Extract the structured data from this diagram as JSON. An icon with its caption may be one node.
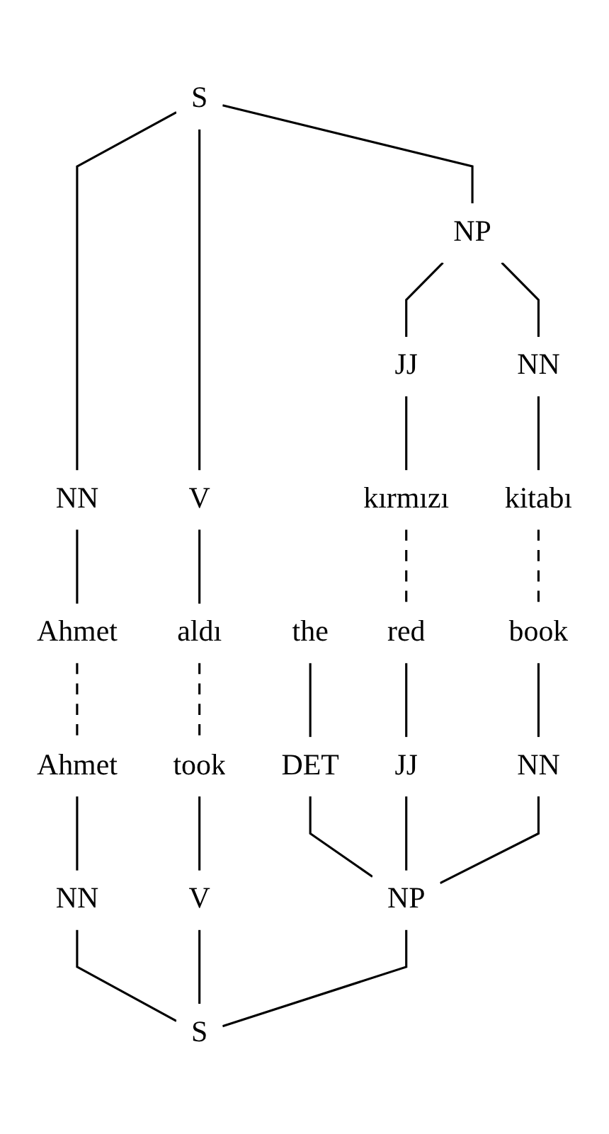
{
  "diagram": {
    "nodes": [
      {
        "text": [
          "S"
        ]
      },
      {
        "text": [
          "NN"
        ]
      },
      {
        "text": [
          "NP"
        ]
      },
      {
        "text": [
          "V"
        ]
      },
      {
        "text": [
          "JJ"
        ]
      },
      {
        "text": [
          "NN"
        ]
      },
      {
        "text": [
          "Ahmet"
        ]
      },
      {
        "text": [
          "kırmızı"
        ]
      },
      {
        "text": [
          "kitabı"
        ]
      },
      {
        "text": [
          "aldı"
        ]
      },
      {
        "text": [
          "Ahmet"
        ]
      },
      {
        "text": [
          "took"
        ]
      },
      {
        "text": [
          "the"
        ]
      },
      {
        "text": [
          "red"
        ]
      },
      {
        "text": [
          "book"
        ]
      },
      {
        "text": [
          "DET"
        ]
      },
      {
        "text": [
          "JJ"
        ]
      },
      {
        "text": [
          "NN"
        ]
      },
      {
        "text": [
          "NN"
        ]
      },
      {
        "text": [
          "V"
        ]
      },
      {
        "text": [
          "NP"
        ]
      },
      {
        "text": [
          "S"
        ]
      }
    ],
    "edges": [
      {
        "from": 0,
        "to": 1,
        "arrow": "none"
      },
      {
        "from": 0,
        "to": 2,
        "arrow": "none"
      },
      {
        "from": 0,
        "to": 3,
        "arrow": "none"
      },
      {
        "from": 2,
        "to": 4,
        "arrow": "none"
      },
      {
        "from": 2,
        "to": 5,
        "arrow": "none"
      },
      {
        "from": 1,
        "to": 6,
        "arrow": "none"
      },
      {
        "from": 4,
        "to": 7,
        "arrow": "none"
      },
      {
        "from": 5,
        "to": 8,
        "arrow": "none"
      },
      {
        "from": 3,
        "to": 9,
        "arrow": "none"
      },
      {
        "from": 6,
        "to": 10,
        "arrow": "none",
        "style": "dashed"
      },
      {
        "from": 7,
        "to": 13,
        "arrow": "none",
        "style": "dashed"
      },
      {
        "from": 8,
        "to": 14,
        "arrow": "none",
        "style": "dashed"
      },
      {
        "from": 9,
        "to": 11,
        "arrow": "none",
        "style": "dashed"
      },
      {
        "from": 10,
        "to": 18,
        "arrow": "none"
      },
      {
        "from": 11,
        "to": 19,
        "arrow": "none"
      },
      {
        "from": 12,
        "to": 15,
        "arrow": "none"
      },
      {
        "from": 13,
        "to": 16,
        "arrow": "none"
      },
      {
        "from": 14,
        "to": 17,
        "arrow": "none"
      },
      {
        "from": 15,
        "to": 20,
        "arrow": "none"
      },
      {
        "from": 16,
        "to": 20,
        "arrow": "none"
      },
      {
        "from": 17,
        "to": 20,
        "arrow": "none"
      },
      {
        "from": 18,
        "to": 21,
        "arrow": "none"
      },
      {
        "from": 19,
        "to": 21,
        "arrow": "none"
      },
      {
        "from": 20,
        "to": 21,
        "arrow": "none"
      }
    ]
  }
}
